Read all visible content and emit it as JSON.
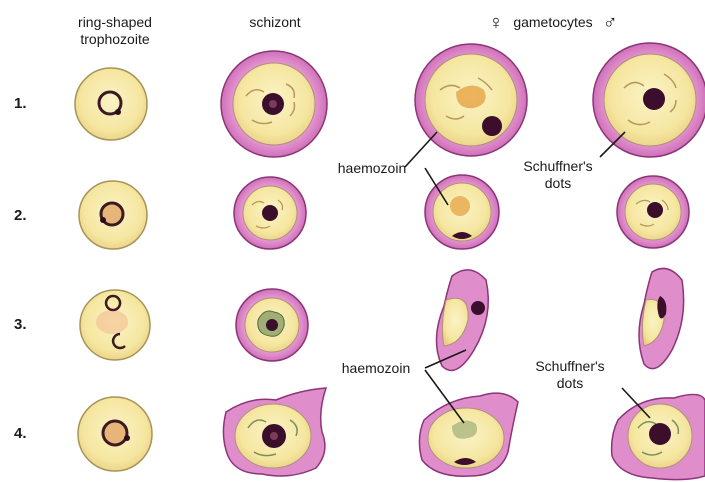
{
  "headers": {
    "ring": [
      "ring-shaped",
      "trophozoite"
    ],
    "schizont": "schizont",
    "female_symbol": "♀",
    "gametocytes": "gametocytes",
    "male_symbol": "♂"
  },
  "rows": [
    "1.",
    "2.",
    "3.",
    "4."
  ],
  "labels": {
    "haemozoin_top": "haemozoin",
    "schuffners_top": [
      "Schuffner's",
      "dots"
    ],
    "haemozoin_bottom": "haemozoin",
    "schuffners_bottom": [
      "Schuffner's",
      "dots"
    ]
  },
  "colors": {
    "cytoplasm": "#f6eaa8",
    "cytoplasm_edge": "#c9b060",
    "infected_ring": "#d87fc4",
    "infected_ring_edge": "#8c3478",
    "nucleus": "#3b0f2c",
    "pigment": "#d7a04c",
    "outline": "#4a3a3a"
  }
}
